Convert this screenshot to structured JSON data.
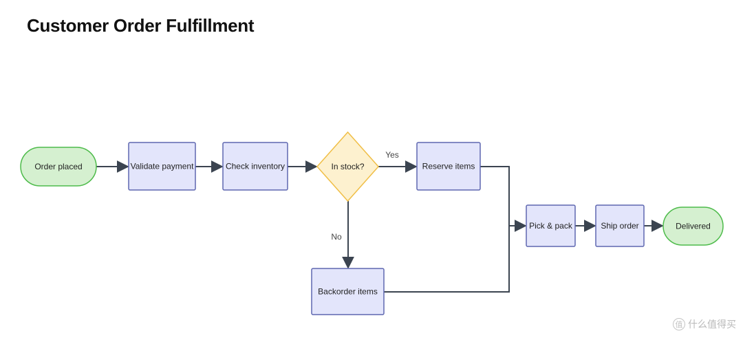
{
  "title": "Customer Order Fulfillment",
  "colors": {
    "terminal_fill": "#d5f0d0",
    "terminal_stroke": "#4dbb4a",
    "process_fill": "#e3e5fb",
    "process_stroke": "#5e67b0",
    "decision_fill": "#fdf1cf",
    "decision_stroke": "#f0be45",
    "edge": "#3b4450"
  },
  "nodes": [
    {
      "id": "order_placed",
      "label": "Order placed",
      "shape": "terminal"
    },
    {
      "id": "validate_payment",
      "label": "Validate payment",
      "shape": "process"
    },
    {
      "id": "check_inventory",
      "label": "Check inventory",
      "shape": "process"
    },
    {
      "id": "in_stock",
      "label": "In stock?",
      "shape": "decision"
    },
    {
      "id": "reserve_items",
      "label": "Reserve items",
      "shape": "process"
    },
    {
      "id": "backorder_items",
      "label": "Backorder items",
      "shape": "process"
    },
    {
      "id": "pick_pack",
      "label": "Pick & pack",
      "shape": "process"
    },
    {
      "id": "ship_order",
      "label": "Ship order",
      "shape": "process"
    },
    {
      "id": "delivered",
      "label": "Delivered",
      "shape": "terminal"
    }
  ],
  "edges": [
    {
      "from": "order_placed",
      "to": "validate_payment",
      "label": ""
    },
    {
      "from": "validate_payment",
      "to": "check_inventory",
      "label": ""
    },
    {
      "from": "check_inventory",
      "to": "in_stock",
      "label": ""
    },
    {
      "from": "in_stock",
      "to": "reserve_items",
      "label": "Yes"
    },
    {
      "from": "in_stock",
      "to": "backorder_items",
      "label": "No"
    },
    {
      "from": "reserve_items",
      "to": "pick_pack",
      "label": ""
    },
    {
      "from": "backorder_items",
      "to": "pick_pack",
      "label": ""
    },
    {
      "from": "pick_pack",
      "to": "ship_order",
      "label": ""
    },
    {
      "from": "ship_order",
      "to": "delivered",
      "label": ""
    }
  ],
  "watermark": {
    "badge": "值",
    "text": "什么值得买"
  }
}
